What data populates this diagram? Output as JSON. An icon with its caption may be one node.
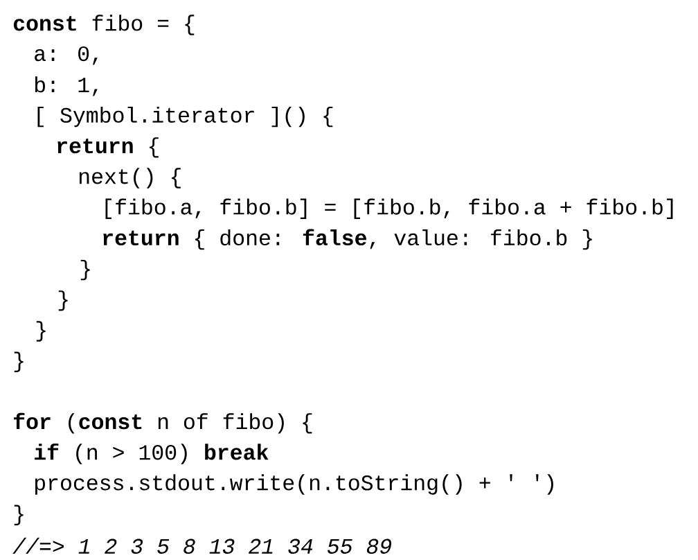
{
  "diagram": {
    "labels": [
      "**const** fibo = {",
      "a: 0,",
      "b: 1,",
      "[ Symbol.iterator ]() {",
      "**return** {",
      "next() {",
      "[fibo.a, fibo.b] = [fibo.b, fibo.a + fibo.b]",
      "**return** { done: **false**, value: fibo.b }",
      "}",
      "}",
      "}",
      "}",
      "**for** (**const** n of fibo) {",
      "**if** (n > 100) **break**",
      "process.stdout.write(n.toString() + ' ')",
      "}",
      "//=> 1 2 3 5 8 13 21 34 55 89"
    ]
  }
}
